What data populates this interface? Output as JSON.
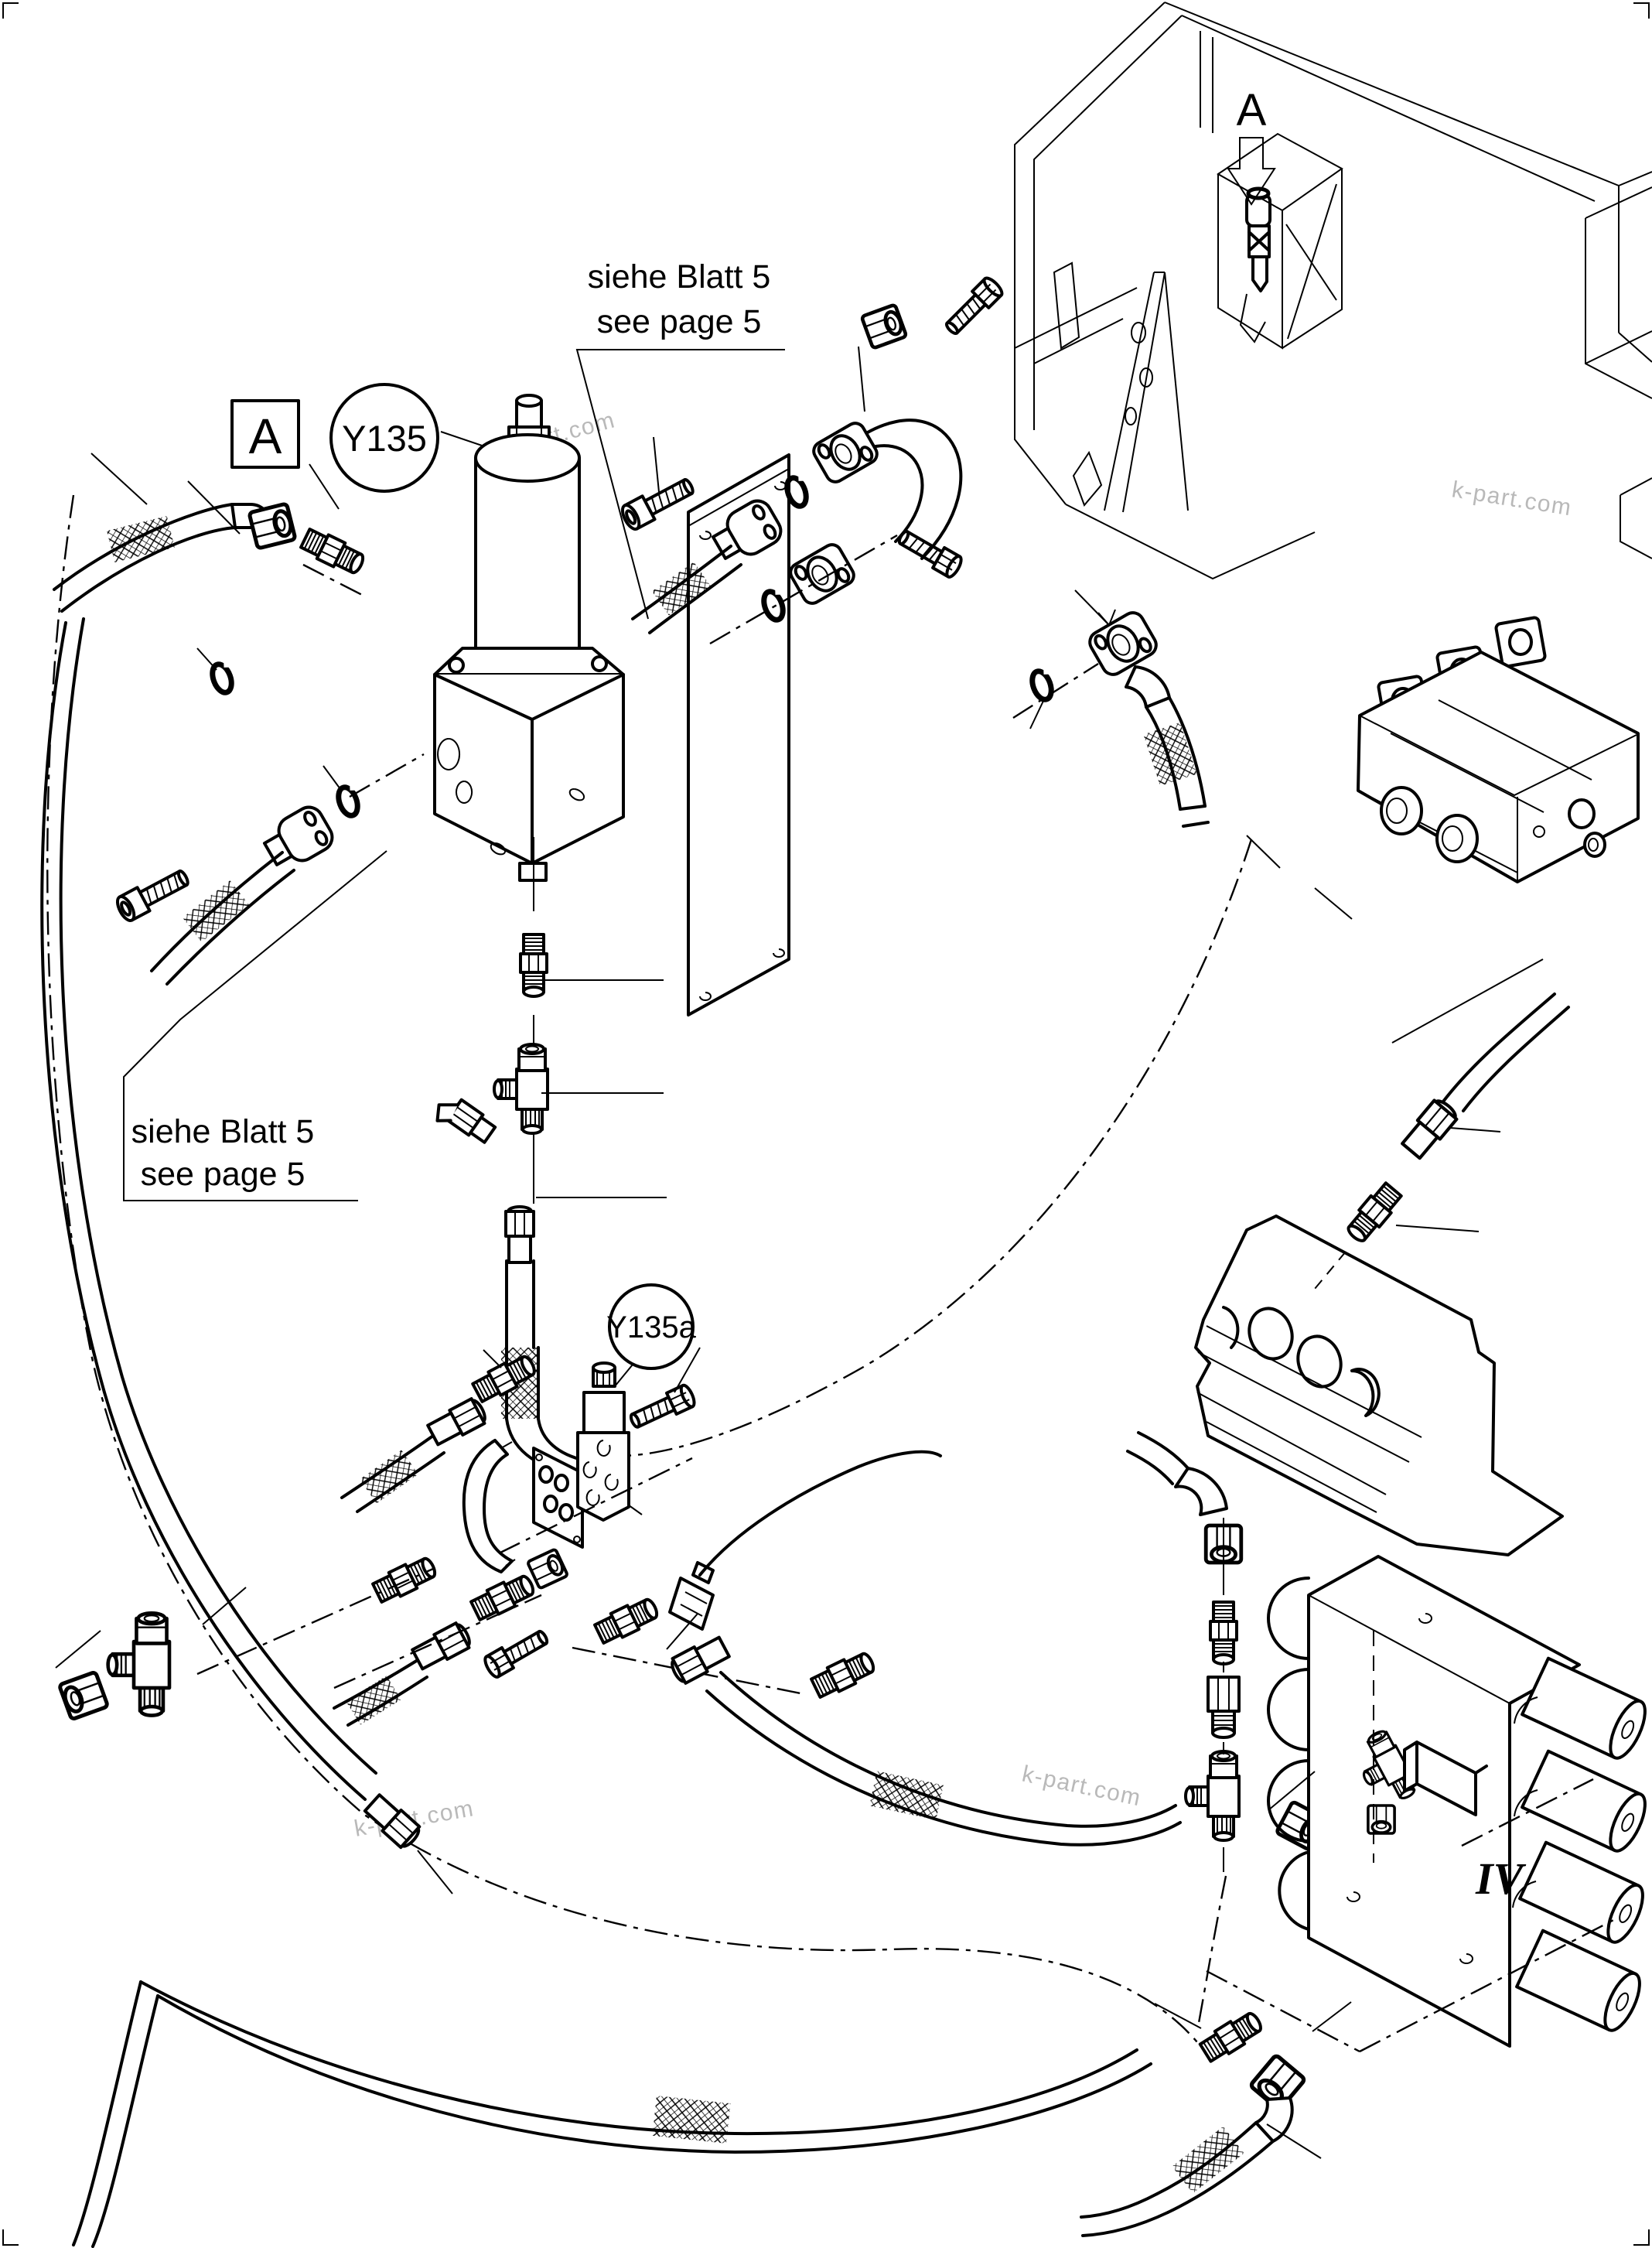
{
  "page": {
    "background": "#ffffff",
    "line_color": "#000000",
    "watermark_color": "#b9b9b9"
  },
  "labels": {
    "detail_view_marker": "A",
    "detail_box_marker": "A",
    "solenoid_main": "Y135",
    "solenoid_secondary": "Y135a",
    "section_marker": "IV"
  },
  "notes": {
    "top": {
      "line1": "siehe Blatt 5",
      "line2": "see page 5"
    },
    "left": {
      "line1": "siehe Blatt 5",
      "line2": "see page 5"
    }
  },
  "watermarks": [
    {
      "text": "k-part.com"
    },
    {
      "text": "k-part.com"
    },
    {
      "text": "k-part.com"
    },
    {
      "text": "k-part.com"
    }
  ]
}
